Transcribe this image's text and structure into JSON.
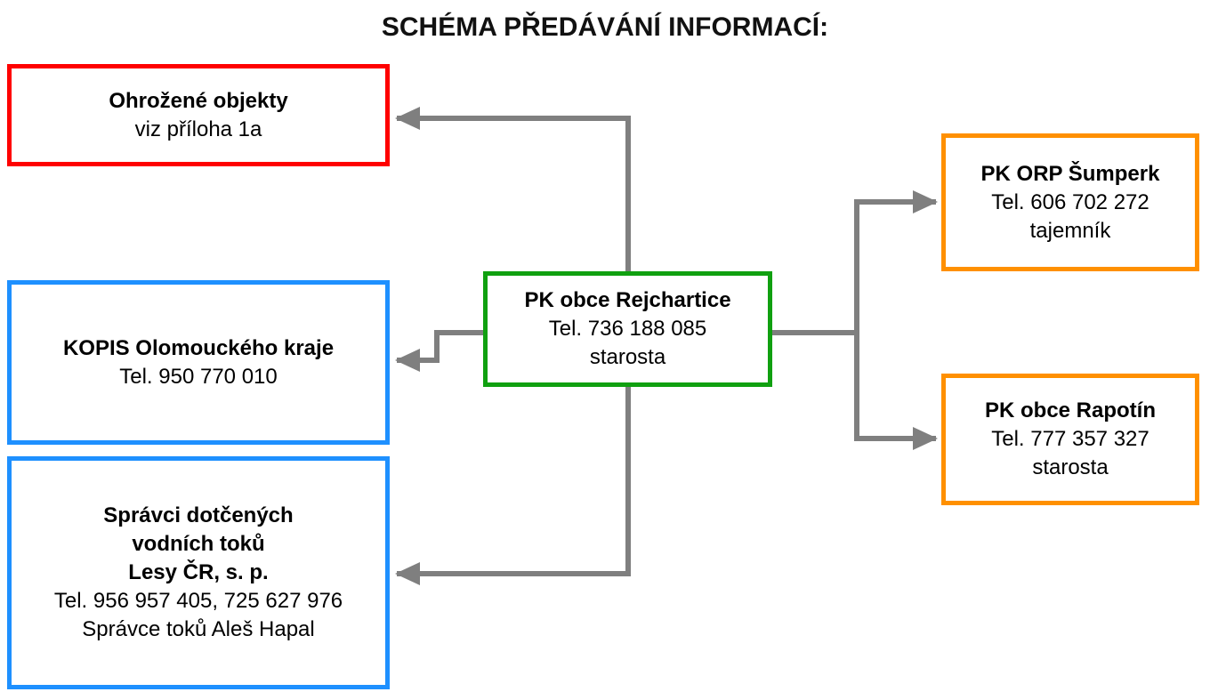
{
  "title": "SCHÉMA PŘEDÁVÁNÍ INFORMACÍ:",
  "colors": {
    "box_red": "#FF0000",
    "box_blue": "#1E90FF",
    "box_green": "#10A010",
    "box_orange": "#FF9000",
    "connector_gray": "#7F7F7F",
    "text": "#000000"
  },
  "nodes": {
    "threatened_objects": {
      "bold_lines": [
        "Ohrožené objekty"
      ],
      "lines": [
        "viz příloha 1a"
      ]
    },
    "kopis": {
      "bold_lines": [
        "KOPIS Olomouckého kraje"
      ],
      "lines": [
        "Tel. 950 770 010"
      ]
    },
    "water_managers": {
      "bold_lines": [
        "Správci dotčených",
        "vodních toků",
        "Lesy ČR, s. p."
      ],
      "lines": [
        "Tel. 956 957 405, 725 627 976",
        "Správce toků Aleš Hapal"
      ]
    },
    "pk_rejchartice": {
      "bold_lines": [
        "PK obce Rejchartice"
      ],
      "lines": [
        "Tel. 736 188 085",
        "starosta"
      ]
    },
    "pk_orp_sumperk": {
      "bold_lines": [
        "PK ORP Šumperk"
      ],
      "lines": [
        "Tel. 606 702 272",
        "tajemník"
      ]
    },
    "pk_rapotin": {
      "bold_lines": [
        "PK obce Rapotín"
      ],
      "lines": [
        "Tel. 777 357 327",
        "starosta"
      ]
    }
  }
}
